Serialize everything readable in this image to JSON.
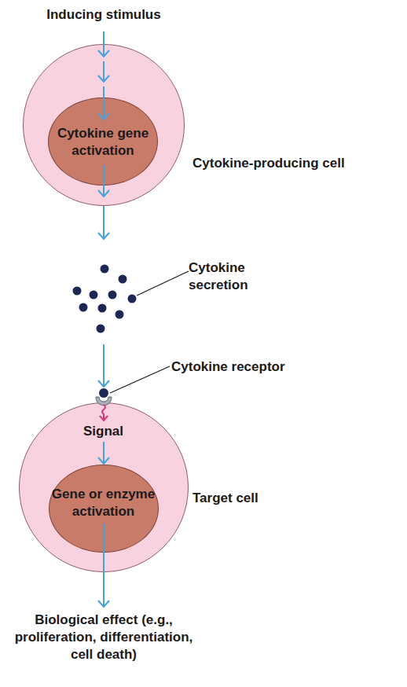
{
  "diagram": {
    "nodes": [
      {
        "text": [
          "Cytokine-producing cell"
        ]
      },
      {
        "text": [
          "Cytokine gene activation"
        ],
        "in": 0
      },
      {
        "text": [
          "Signal",
          "Target cell"
        ]
      },
      {
        "text": [
          "Gene or enzyme activation"
        ],
        "in": 2
      }
    ],
    "edges": [
      {
        "from": 0,
        "to": 2,
        "arrow": "to"
      }
    ],
    "labels": [
      "Inducing stimulus",
      "Cytokine secretion",
      "Cytokine receptor",
      "Biological effect (e.g., proliferation, differentiation, cell death)"
    ]
  }
}
